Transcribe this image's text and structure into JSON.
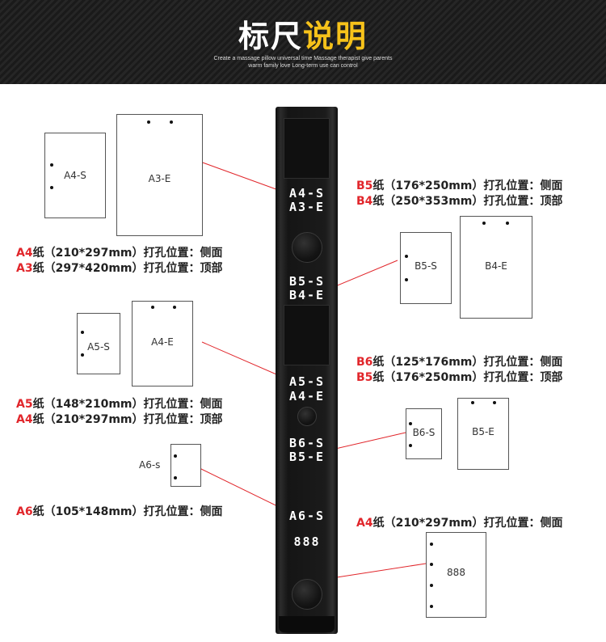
{
  "header": {
    "title_white": "标尺",
    "title_yellow": "说明",
    "subtitle_line1": "Create a massage pillow universal time Massage therapist give parents",
    "subtitle_line2": "warm family love Long-term use can control"
  },
  "ruler_labels": [
    "A4-S",
    "A3-E",
    "B5-S",
    "B4-E",
    "A5-S",
    "A4-E",
    "B6-S",
    "B5-E",
    "A6-S",
    "888"
  ],
  "sheets": {
    "a4s": "A4-S",
    "a3e": "A3-E",
    "b5s": "B5-S",
    "b4e": "B4-E",
    "a5s": "A5-S",
    "a4e": "A4-E",
    "b6s": "B6-S",
    "b5e": "B5-E",
    "a6s": "A6-s",
    "s888": "888"
  },
  "specs": [
    {
      "code": "A4",
      "text": "纸（210*297mm）打孔位置：侧面"
    },
    {
      "code": "A3",
      "text": "纸（297*420mm）打孔位置：顶部"
    },
    {
      "code": "B5",
      "text": "纸（176*250mm）打孔位置：侧面"
    },
    {
      "code": "B4",
      "text": "纸（250*353mm）打孔位置：顶部"
    },
    {
      "code": "A5",
      "text": "纸（148*210mm）打孔位置：侧面"
    },
    {
      "code": "A4",
      "text": "纸（210*297mm）打孔位置：顶部"
    },
    {
      "code": "B6",
      "text": "纸（125*176mm）打孔位置：侧面"
    },
    {
      "code": "B5",
      "text": "纸（176*250mm）打孔位置：顶部"
    },
    {
      "code": "A6",
      "text": "纸（105*148mm）打孔位置：侧面"
    },
    {
      "code": "A4",
      "text": "纸（210*297mm）打孔位置：侧面"
    }
  ],
  "colors": {
    "accent_red": "#e1262b",
    "title_yellow": "#f6c21a",
    "header_bg": "#1f1f1f",
    "ruler": "#151515",
    "pointer_line": "#e1262b"
  }
}
